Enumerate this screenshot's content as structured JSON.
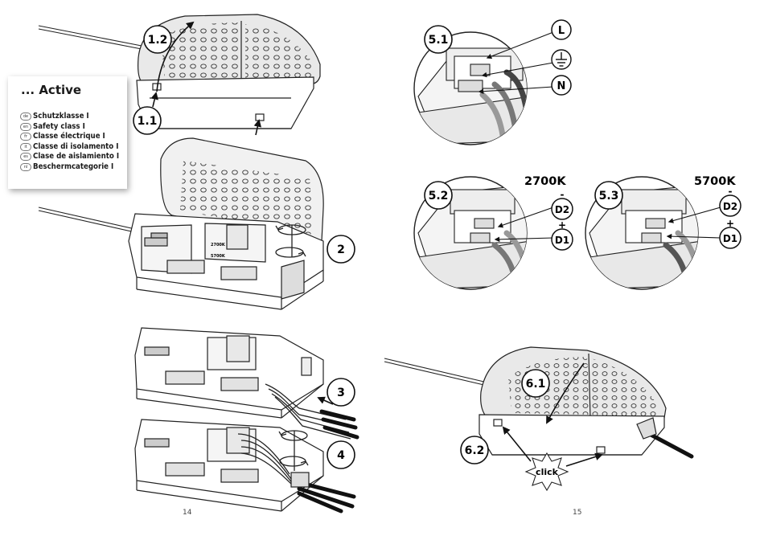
{
  "box": {
    "title": "... Active",
    "languages": [
      {
        "code": "de",
        "text": "Schutzklasse I"
      },
      {
        "code": "en",
        "text": "Safety class I"
      },
      {
        "code": "fr",
        "text": "Classe électrique I"
      },
      {
        "code": "it",
        "text": "Classe di isolamento I"
      },
      {
        "code": "es",
        "text": "Clase de aislamiento I"
      },
      {
        "code": "nl",
        "text": "Beschermcategorie I"
      }
    ]
  },
  "steps": {
    "s1_1": "1.1",
    "s1_2": "1.2",
    "s2": "2",
    "s3": "3",
    "s4": "4",
    "s5_1": "5.1",
    "s5_2": "5.2",
    "s5_3": "5.3",
    "s6_1": "6.1",
    "s6_2": "6.2"
  },
  "terminals": {
    "L": "L",
    "N": "N",
    "D1": "D1",
    "D2": "D2",
    "plus": "+",
    "minus": "-"
  },
  "temps": {
    "warm": "2700K",
    "cool": "5700K"
  },
  "click": "click",
  "terminal_print": {
    "t2700": "2700K",
    "t5700": "5700K"
  },
  "pages": {
    "left": "14",
    "right": "15"
  }
}
